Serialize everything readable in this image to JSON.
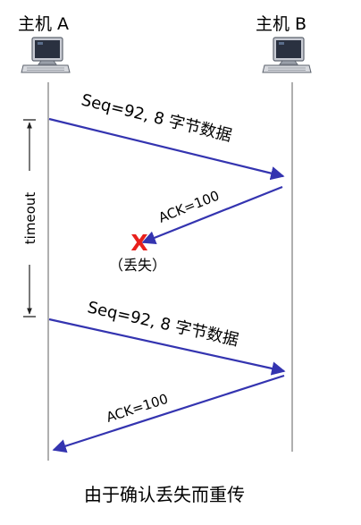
{
  "hosts": {
    "a": {
      "label": "主机 A"
    },
    "b": {
      "label": "主机 B"
    }
  },
  "timeout": {
    "label": "timeout"
  },
  "messages": {
    "seq_first": "Seq=92, 8 字节数据",
    "ack_first": "ACK=100",
    "seq_retransmit": "Seq=92, 8 字节数据",
    "ack_second": "ACK=100"
  },
  "loss": {
    "marker": "X",
    "label": "（丢失）"
  },
  "caption": "由于确认丢失而重传",
  "colors": {
    "arrow": "#3434b0",
    "loss_marker": "#e8201c",
    "timeline": "#7a7a7a",
    "text": "#111111"
  }
}
